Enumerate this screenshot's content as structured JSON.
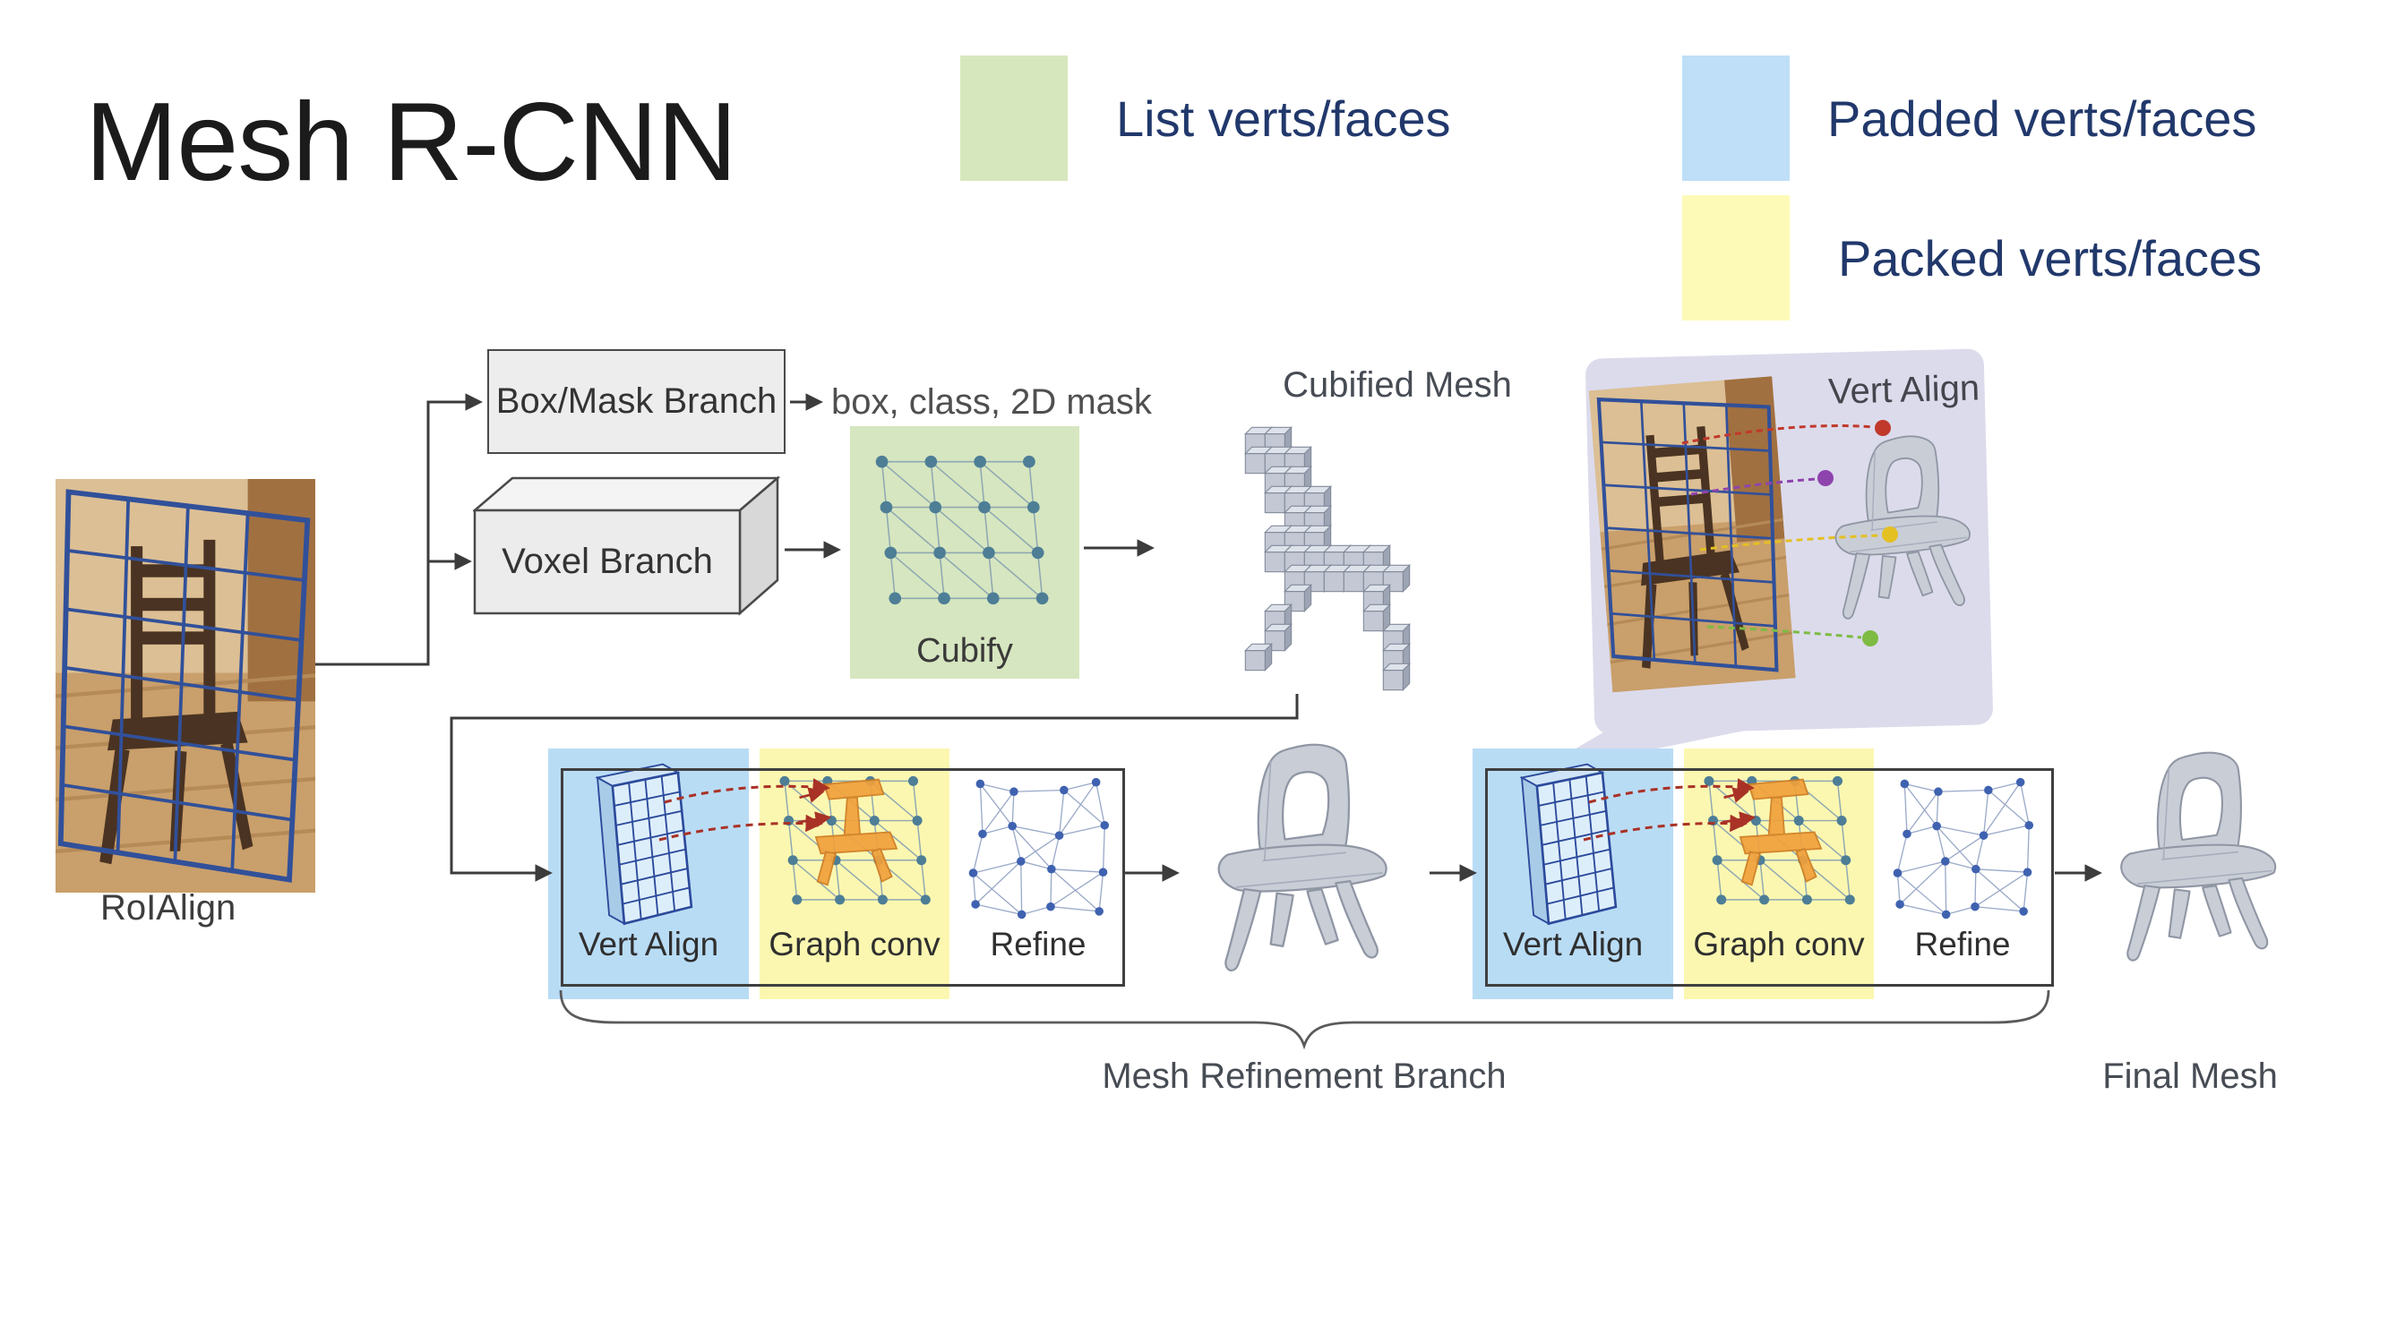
{
  "title": "Mesh R-CNN",
  "legend": {
    "items": [
      {
        "label": "List verts/faces",
        "color": "#d7e7bd"
      },
      {
        "label": "Padded verts/faces",
        "color": "#bedff7"
      },
      {
        "label": "Packed verts/faces",
        "color": "#fdfab8"
      }
    ],
    "text_color": "#21386b"
  },
  "pipeline": {
    "roialign_label": "RoIAlign",
    "box_mask_branch_label": "Box/Mask Branch",
    "box_outputs_label": "box, class, 2D mask",
    "voxel_branch_label": "Voxel Branch",
    "cubify_label": "Cubify",
    "cubified_mesh_label": "Cubified Mesh",
    "vert_align_callout_label": "Vert Align",
    "stage": {
      "vert_align_label": "Vert Align",
      "graph_conv_label": "Graph conv",
      "refine_label": "Refine"
    },
    "mesh_refinement_branch_label": "Mesh Refinement Branch",
    "final_mesh_label": "Final Mesh"
  },
  "colors": {
    "list_green": "#d7e7bd",
    "padded_blue": "#bedff7",
    "packed_yellow": "#fdfab8",
    "cubify_green": "#d6e6c0",
    "stage_blue": "#b9dcf5",
    "stage_yellow": "#fbf7b0",
    "callout_lavender": "#dcdbec",
    "arrow_gray": "#3c3c3c",
    "dashed_red": "#a93226",
    "dot_red": "#c0392b",
    "dot_purple": "#8e44ad",
    "dot_yellow": "#e4c023",
    "dot_green": "#7dbb42",
    "grid_blue": "#31509a"
  }
}
